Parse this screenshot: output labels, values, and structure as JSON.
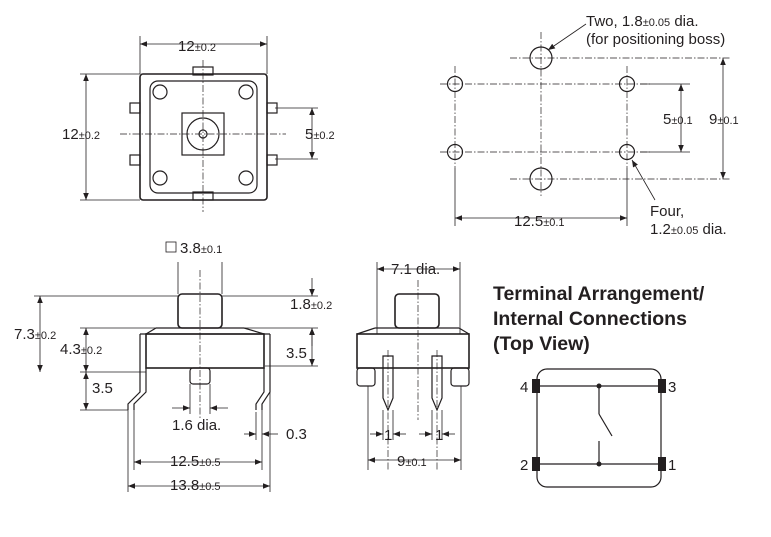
{
  "top_view": {
    "width_main": "12",
    "width_tol": "±0.2",
    "height_main": "12",
    "height_tol": "±0.2",
    "pitch_main": "5",
    "pitch_tol": "±0.2"
  },
  "mounting_holes": {
    "boss_note_1_main": "Two, 1.8",
    "boss_note_1_tol": "±0.05",
    "boss_note_1_suffix": " dia.",
    "boss_note_2": "(for positioning boss)",
    "inner_pitch_main": "5",
    "inner_pitch_tol": "±0.1",
    "outer_pitch_main": "9",
    "outer_pitch_tol": "±0.1",
    "horizontal_main": "12.5",
    "horizontal_tol": "±0.1",
    "terminal_note_1": "Four,",
    "terminal_note_2_main": "1.2",
    "terminal_note_2_tol": "±0.05",
    "terminal_note_2_suffix": " dia."
  },
  "front_view": {
    "plunger_main": "3.8",
    "plunger_tol": "±0.1",
    "total_height_main": "7.3",
    "total_height_tol": "±0.2",
    "body_height_main": "4.3",
    "body_height_tol": "±0.2",
    "plunger_height_main": "1.8",
    "plunger_height_tol": "±0.2",
    "stroke_base": "3.5",
    "terminal_length": "3.5",
    "boss_dia": "1.6 dia.",
    "terminal_thickness": "0.3",
    "pitch_main": "12.5",
    "pitch_tol": "±0.5",
    "overall_main": "13.8",
    "overall_tol": "±0.5"
  },
  "side_view": {
    "top_dia": "7.1 dia.",
    "pin_width_left": "1",
    "pin_width_right": "1",
    "pitch_main": "9",
    "pitch_tol": "±0.1"
  },
  "terminal_arrangement": {
    "title_line_1": "Terminal Arrangement/",
    "title_line_2": "Internal Connections",
    "title_line_3": "(Top View)",
    "pin_1": "1",
    "pin_2": "2",
    "pin_3": "3",
    "pin_4": "4"
  },
  "colors": {
    "ink": "#231f20",
    "background": "#ffffff"
  }
}
